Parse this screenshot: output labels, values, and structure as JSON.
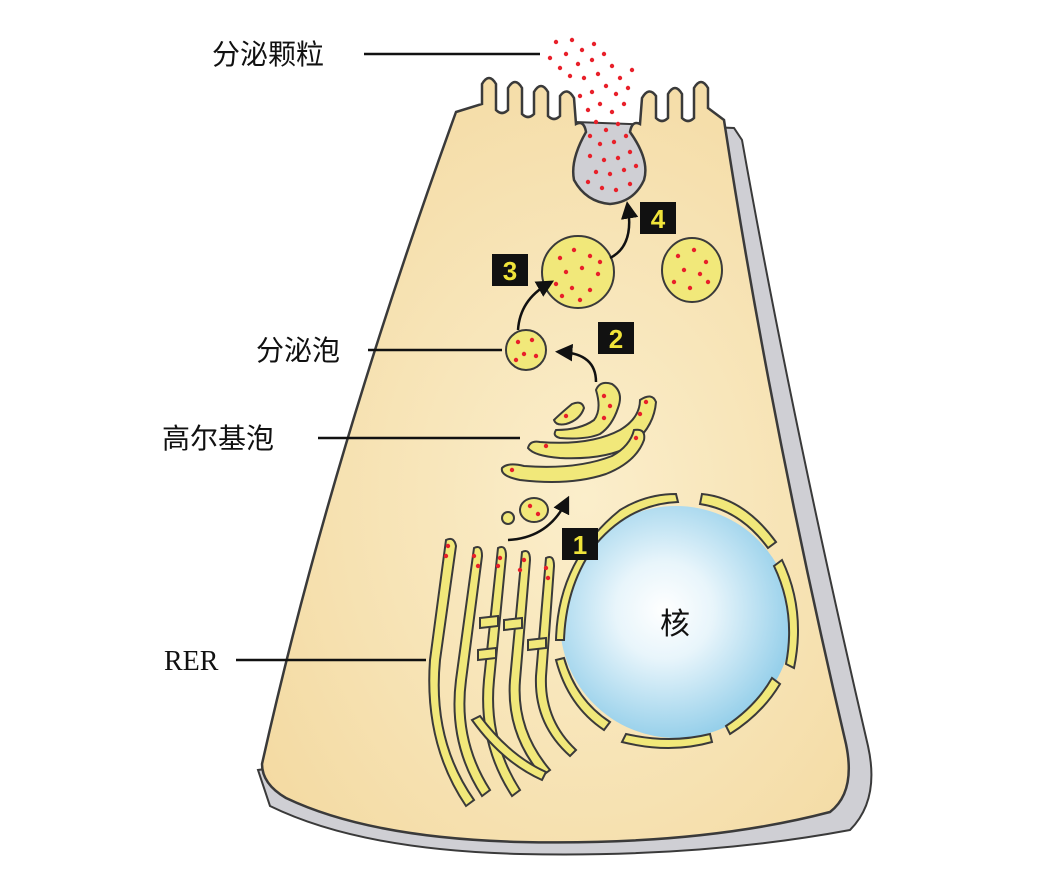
{
  "labels": {
    "secretory_granules": "分泌颗粒",
    "secretory_vesicle": "分泌泡",
    "golgi": "高尔基泡",
    "rer": "RER",
    "nucleus": "核"
  },
  "steps": {
    "s1": "1",
    "s2": "2",
    "s3": "3",
    "s4": "4"
  },
  "colors": {
    "cytoplasm": "#f7e2ae",
    "membrane_fill": "#f1e87a",
    "shadow": "#cfcfd4",
    "outline": "#3a3a3a",
    "granule": "#e8202a",
    "nucleus_edge": "#8ccbe8",
    "step_bg": "#111111",
    "step_text": "#f0e43a"
  }
}
